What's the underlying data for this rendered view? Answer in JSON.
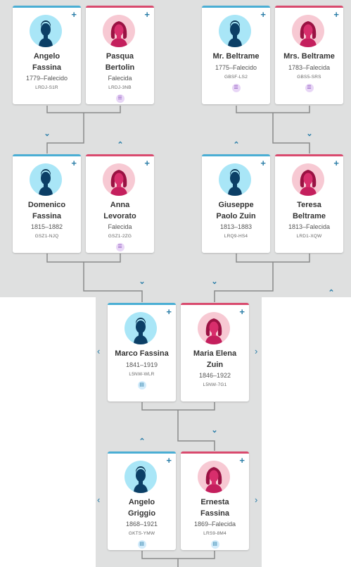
{
  "people": {
    "angelo_fassina": {
      "first": "Angelo",
      "last": "Fassina",
      "dates": "1779–Falecido",
      "pid": "LRDJ-S1R",
      "badge": ""
    },
    "pasqua_bertolin": {
      "first": "Pasqua",
      "last": "Bertolin",
      "dates": "Falecida",
      "pid": "LRDJ-3NB",
      "badge": "source"
    },
    "mr_beltrame": {
      "first": "Mr. Beltrame",
      "last": "",
      "dates": "1775–Falecido",
      "pid": "GBSF-LS2",
      "badge": "source"
    },
    "mrs_beltrame": {
      "first": "Mrs. Beltrame",
      "last": "",
      "dates": "1783–Falecida",
      "pid": "GBS5-SRS",
      "badge": "source"
    },
    "domenico_fassina": {
      "first": "Domenico",
      "last": "Fassina",
      "dates": "1815–1882",
      "pid": "GSZ1-NJQ",
      "badge": ""
    },
    "anna_levorato": {
      "first": "Anna",
      "last": "Levorato",
      "dates": "Falecida",
      "pid": "GSZ1-2ZG",
      "badge": "source"
    },
    "giuseppe_paolo_zuin": {
      "first": "Giuseppe",
      "last": "Paolo Zuin",
      "dates": "1813–1883",
      "pid": "LRQ9-HS4",
      "badge": ""
    },
    "teresa_beltrame": {
      "first": "Teresa",
      "last": "Beltrame",
      "dates": "1813–Falecida",
      "pid": "LRD1-XQW",
      "badge": ""
    },
    "marco_fassina": {
      "first": "Marco Fassina",
      "last": "",
      "dates": "1841–1919",
      "pid": "L5NW-WLR",
      "badge": "record"
    },
    "maria_elena_zuin": {
      "first": "Maria Elena",
      "last": "Zuin",
      "dates": "1846–1922",
      "pid": "L5NW-7G1",
      "badge": ""
    },
    "angelo_griggio": {
      "first": "Angelo",
      "last": "Griggio",
      "dates": "1868–1921",
      "pid": "GKTS-YMW",
      "badge": "record"
    },
    "ernesta_fassina": {
      "first": "Ernesta",
      "last": "Fassina",
      "dates": "1869–Falecida",
      "pid": "LRS9-8M4",
      "badge": "record"
    }
  },
  "controls": {
    "add": "+",
    "collapse": "⌄",
    "expand": "⌃",
    "prev": "‹",
    "next": "›"
  },
  "icons": {
    "source": "source-icon",
    "record": "record-icon",
    "add": "add-icon",
    "male": "male-avatar-icon",
    "female": "female-avatar-icon"
  },
  "colors": {
    "male_accent": "#4aaed4",
    "female_accent": "#d94a6e",
    "link": "#2b7ea8",
    "background": "#dfe0e0"
  }
}
